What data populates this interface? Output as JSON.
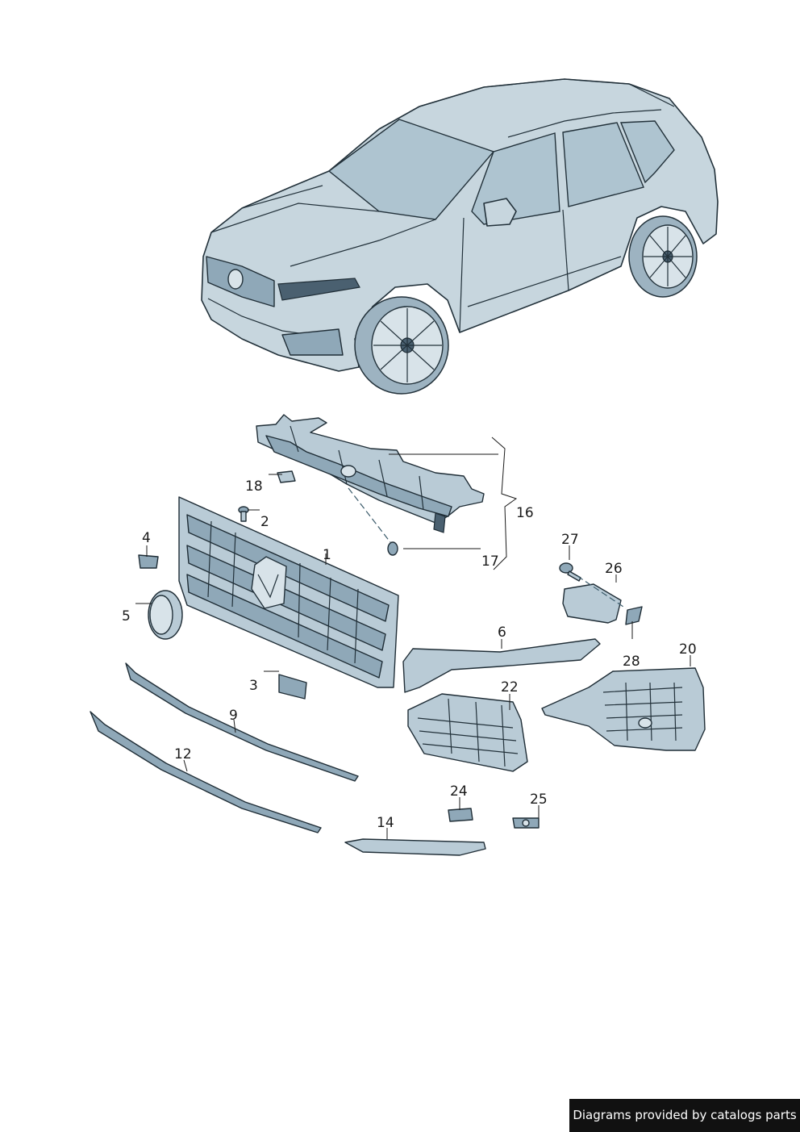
{
  "diagram": {
    "parts": [
      {
        "number": "1"
      },
      {
        "number": "2"
      },
      {
        "number": "3"
      },
      {
        "number": "4"
      },
      {
        "number": "5"
      },
      {
        "number": "6"
      },
      {
        "number": "9"
      },
      {
        "number": "12"
      },
      {
        "number": "14"
      },
      {
        "number": "16"
      },
      {
        "number": "17"
      },
      {
        "number": "18"
      },
      {
        "number": "20"
      },
      {
        "number": "22"
      },
      {
        "number": "24"
      },
      {
        "number": "25"
      },
      {
        "number": "26"
      },
      {
        "number": "27"
      },
      {
        "number": "28"
      }
    ]
  },
  "credit": "Diagrams provided by catalogs parts",
  "colors": {
    "part_fill": "#b9cbd6",
    "outline": "#1f2d36",
    "credit_bg": "#111111",
    "credit_text": "#ffffff"
  }
}
